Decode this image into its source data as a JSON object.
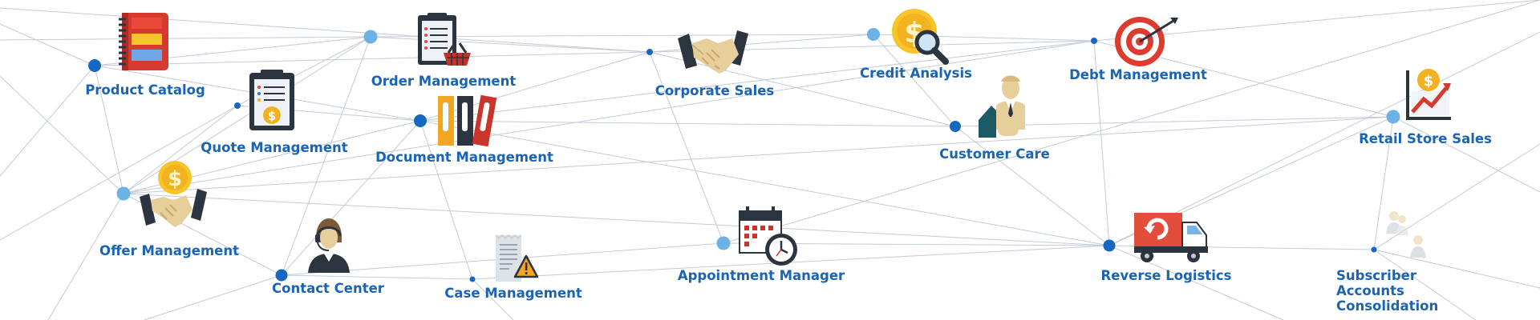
{
  "colors": {
    "accent_dark": "#1767c0",
    "accent_light": "#6cb2e5",
    "label": "#1b63b3",
    "line": "#c3cbd6"
  },
  "services": {
    "product_catalog": {
      "label": "Product Catalog",
      "icon": "catalog-book-icon"
    },
    "order_management": {
      "label": "Order Management",
      "icon": "clipboard-basket-icon"
    },
    "corporate_sales": {
      "label": "Corporate Sales",
      "icon": "handshake-icon"
    },
    "credit_analysis": {
      "label": "Credit Analysis",
      "icon": "coin-magnifier-icon"
    },
    "debt_management": {
      "label": "Debt Management",
      "icon": "target-icon"
    },
    "quote_management": {
      "label": "Quote Management",
      "icon": "clipboard-coin-icon"
    },
    "document_management": {
      "label": "Document Management",
      "icon": "binders-icon"
    },
    "customer_care": {
      "label": "Customer Care",
      "icon": "businessman-icon"
    },
    "retail_store_sales": {
      "label": "Retail Store Sales",
      "icon": "sales-chart-icon"
    },
    "offer_management": {
      "label": "Offer Management",
      "icon": "coin-handshake-icon"
    },
    "contact_center": {
      "label": "Contact Center",
      "icon": "headset-agent-icon"
    },
    "case_management": {
      "label": "Case Management",
      "icon": "document-warning-icon"
    },
    "appointment_manager": {
      "label": "Appointment Manager",
      "icon": "calendar-clock-icon"
    },
    "reverse_logistics": {
      "label": "Reverse Logistics",
      "icon": "truck-return-icon"
    },
    "subscriber_accounts": {
      "label": "Subscriber Accounts Consolidation",
      "icon": "users-group-icon"
    }
  }
}
